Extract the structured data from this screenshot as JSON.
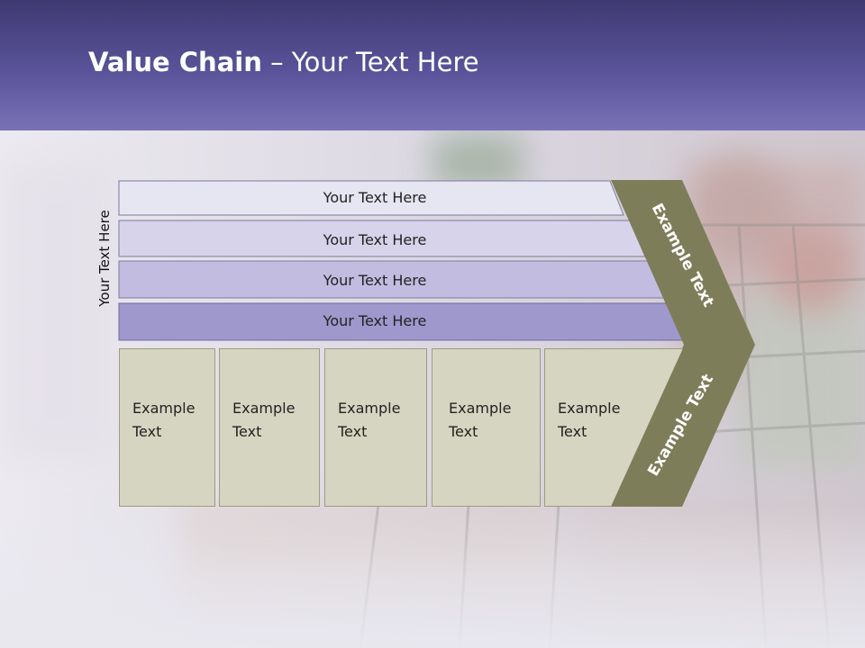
{
  "title": {
    "bold": "Value Chain",
    "rest": " – Your Text Here"
  },
  "vertical_label": "Your Text Here",
  "bars": [
    {
      "label": "Your Text Here",
      "fill": "#e6e5f2"
    },
    {
      "label": "Your Text Here",
      "fill": "#d6d3ea"
    },
    {
      "label": "Your Text Here",
      "fill": "#c2bde0"
    },
    {
      "label": "Your Text Here",
      "fill": "#9f98cd"
    }
  ],
  "chevron": {
    "upper": "Example Text",
    "lower": "Example Text",
    "fill": "#7e7d59"
  },
  "boxes": [
    {
      "line1": "Example",
      "line2": "Text"
    },
    {
      "line1": "Example",
      "line2": "Text"
    },
    {
      "line1": "Example",
      "line2": "Text"
    },
    {
      "line1": "Example",
      "line2": "Text"
    },
    {
      "line1": "Example",
      "line2": "Text"
    }
  ],
  "colors": {
    "header": "#4f4889",
    "box_fill": "#d6d5c1",
    "chevron": "#7e7d59"
  }
}
